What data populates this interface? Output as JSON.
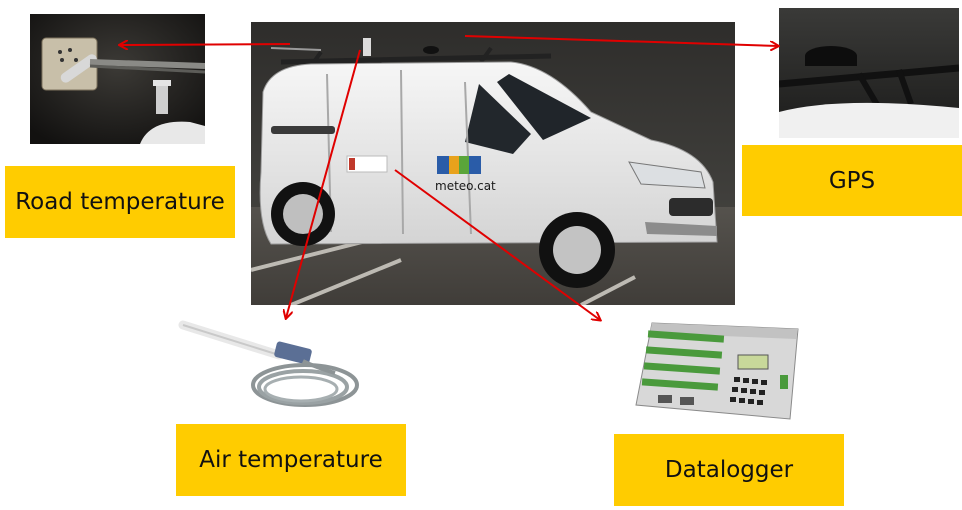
{
  "labels": {
    "road_temperature": "Road temperature",
    "gps": "GPS",
    "air_temperature": "Air temperature",
    "datalogger": "Datalogger"
  },
  "van": {
    "logo_text": "meteo.cat"
  },
  "colors": {
    "label_background": "#ffcc00",
    "arrow": "#e00000"
  },
  "icons": [
    "road-temperature-sensor-photo",
    "van-photo",
    "gps-antenna-photo",
    "air-temperature-probe-photo",
    "datalogger-photo"
  ]
}
